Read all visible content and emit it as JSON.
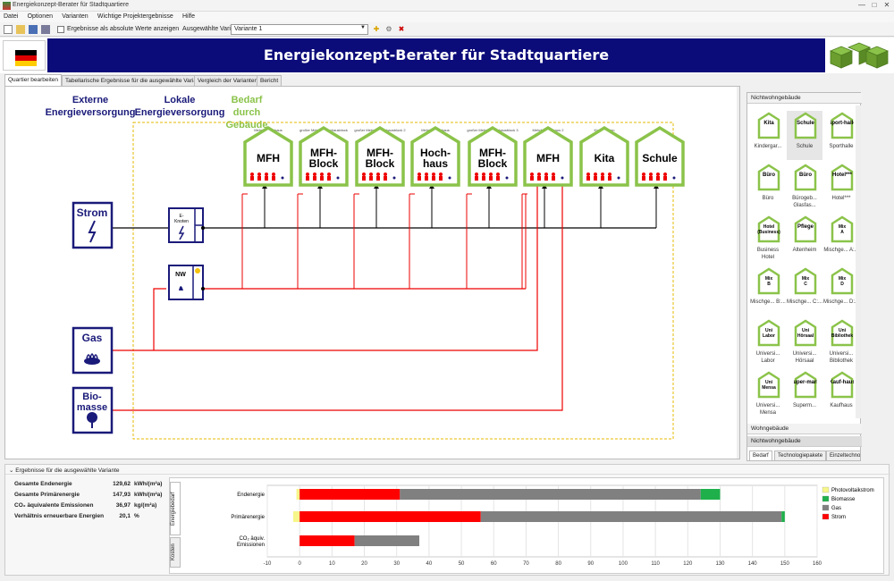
{
  "window": {
    "title": "Energiekonzept-Berater für Stadtquartiere",
    "min": "—",
    "max": "□",
    "close": "✕"
  },
  "menu": [
    "Datei",
    "Optionen",
    "Varianten",
    "Wichtige Projektergebnisse",
    "Hilfe"
  ],
  "toolbar": {
    "checkbox_label": "Ergebnisse als absolute Werte anzeigen",
    "variant_label": "Ausgewählte Variante",
    "variant_value": "Variante 1"
  },
  "banner": {
    "title": "Energiekonzept-Berater für Stadtquartiere"
  },
  "tabs": [
    "Quartier bearbeiten",
    "Tabellarische Ergebnisse für die ausgewählte Variante",
    "Vergleich der Varianten",
    "Bericht"
  ],
  "canvas": {
    "col_headers": [
      "Externe Energieversorgung",
      "Lokale Energieversorgung",
      "Bedarf durch Gebäude"
    ],
    "sources": [
      "Strom",
      "Gas",
      "Bio-masse"
    ],
    "nodes": [
      "E-Knoten",
      "NW"
    ],
    "buildings": [
      {
        "caption": "Mehrfamilienhaus",
        "label": "MFH"
      },
      {
        "caption": "großer Mehrfamilienhausblock",
        "label": "MFH-Block"
      },
      {
        "caption": "großer Mehrfamilienhausblock 2",
        "label": "MFH-Block"
      },
      {
        "caption": "Mehrfamilienhaus",
        "label": "Hoch-haus"
      },
      {
        "caption": "großer Mehrfamilienhausblock 3",
        "label": "MFH-Block"
      },
      {
        "caption": "Mehrfamilienhaus 2",
        "label": "MFH"
      },
      {
        "caption": "Kindergarten",
        "label": "Kita"
      },
      {
        "caption": "Schule",
        "label": "Schule"
      }
    ]
  },
  "palette": {
    "header": "Nichtwohngebäude",
    "items": [
      {
        "icon": "Kita",
        "label": "Kindergar..."
      },
      {
        "icon": "Schule",
        "label": "Schule"
      },
      {
        "icon": "Sport-halle",
        "label": "Sporthalle"
      },
      {
        "icon": "Büro",
        "label": "Büro"
      },
      {
        "icon": "Büro",
        "label": "Bürogeb... Glasfas..."
      },
      {
        "icon": "Hotel***",
        "label": "Hotel***"
      },
      {
        "icon": "Hotel (Business)",
        "label": "Business Hotel"
      },
      {
        "icon": "Pflege",
        "label": "Altenheim"
      },
      {
        "icon": "Mix A",
        "label": "Mischge... A:..."
      },
      {
        "icon": "Mix B",
        "label": "Mischge... B:..."
      },
      {
        "icon": "Mix C",
        "label": "Mischge... C:..."
      },
      {
        "icon": "Mix D",
        "label": "Mischge... D:..."
      },
      {
        "icon": "Uni Labor",
        "label": "Universi... Labor"
      },
      {
        "icon": "Uni Hörsaal",
        "label": "Universi... Hörsaal"
      },
      {
        "icon": "Uni Bibliothek",
        "label": "Universi... Bibliothek"
      },
      {
        "icon": "Uni Mensa",
        "label": "Universi... Mensa"
      },
      {
        "icon": "Super-markt",
        "label": "Superm..."
      },
      {
        "icon": "Kauf-haus",
        "label": "Kaufhaus"
      }
    ],
    "footer_groups": [
      "Wohngebäude",
      "Nichtwohngebäude"
    ],
    "bottom_tabs": [
      "Bedarf",
      "Technologiepakete",
      "Einzeltechnolo..."
    ]
  },
  "results": {
    "header": "Ergebnisse für die ausgewählte Variante",
    "kpis": [
      {
        "label": "Gesamte Endenergie",
        "value": "129,62",
        "unit": "kWh/(m²a)"
      },
      {
        "label": "Gesamte Primärenergie",
        "value": "147,93",
        "unit": "kWh/(m²a)"
      },
      {
        "label": "CO₂ äquivalente Emissionen",
        "value": "36,97",
        "unit": "kg/(m²a)"
      },
      {
        "label": "Verhältnis erneuerbare Energien",
        "value": "20,1",
        "unit": "%"
      }
    ],
    "vtabs": [
      "Energiebedarf",
      "Kosten"
    ]
  },
  "chart_data": {
    "type": "bar",
    "orientation": "horizontal",
    "stacked": true,
    "categories": [
      "Endenergie",
      "Primärenergie",
      "CO₂ äquiv. Emissionen"
    ],
    "series": [
      {
        "name": "Photovoltaikstrom",
        "color": "#f6f68a",
        "values": [
          -1,
          -2,
          0
        ]
      },
      {
        "name": "Strom",
        "color": "#ff0000",
        "values": [
          31,
          56,
          17
        ]
      },
      {
        "name": "Gas",
        "color": "#808080",
        "values": [
          93,
          93,
          20
        ]
      },
      {
        "name": "Biomasse",
        "color": "#1fb04b",
        "values": [
          6,
          1,
          0
        ]
      }
    ],
    "legend": [
      "Photovoltaikstrom",
      "Biomasse",
      "Gas",
      "Strom"
    ],
    "xticks": [
      -10,
      0,
      10,
      20,
      30,
      40,
      50,
      60,
      70,
      80,
      90,
      100,
      110,
      120,
      130,
      140,
      150,
      160
    ],
    "xlim": [
      -10,
      160
    ],
    "grid": true,
    "legend_position": "right"
  }
}
